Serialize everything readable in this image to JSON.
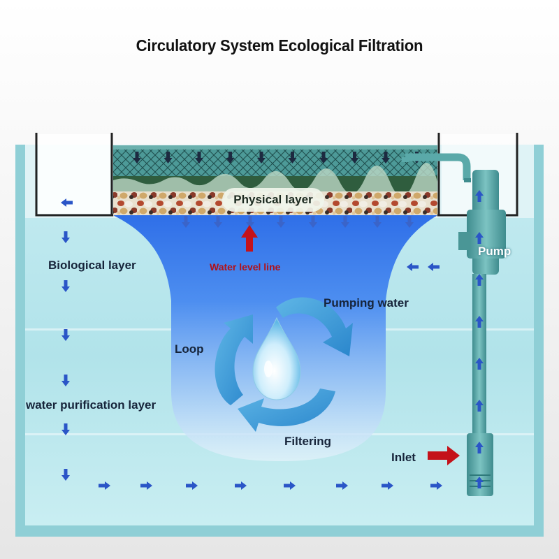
{
  "title": "Circulatory System  Ecological Filtration",
  "labels": {
    "physical_layer": "Physical layer",
    "biological_layer": "Biological layer",
    "water_level_line": "Water level line",
    "pumping_water": "Pumping water",
    "loop": "Loop",
    "filtering": "Filtering",
    "water_purification_layer": "water purification layer",
    "inlet": "Inlet",
    "pump": "Pump"
  },
  "colors": {
    "arrow_blue": "#2a55c7",
    "red_arrow": "#c4121a",
    "water": "#b9e8ee",
    "tank": "#8fcfd6",
    "pipe": "#5aa9a9",
    "cycle_arrow": "#2e9ad6"
  },
  "icons": [
    "water-drop-icon",
    "cycle-arrows-icon",
    "down-arrow-icon",
    "right-arrow-icon",
    "up-arrow-icon",
    "left-arrow-icon"
  ]
}
